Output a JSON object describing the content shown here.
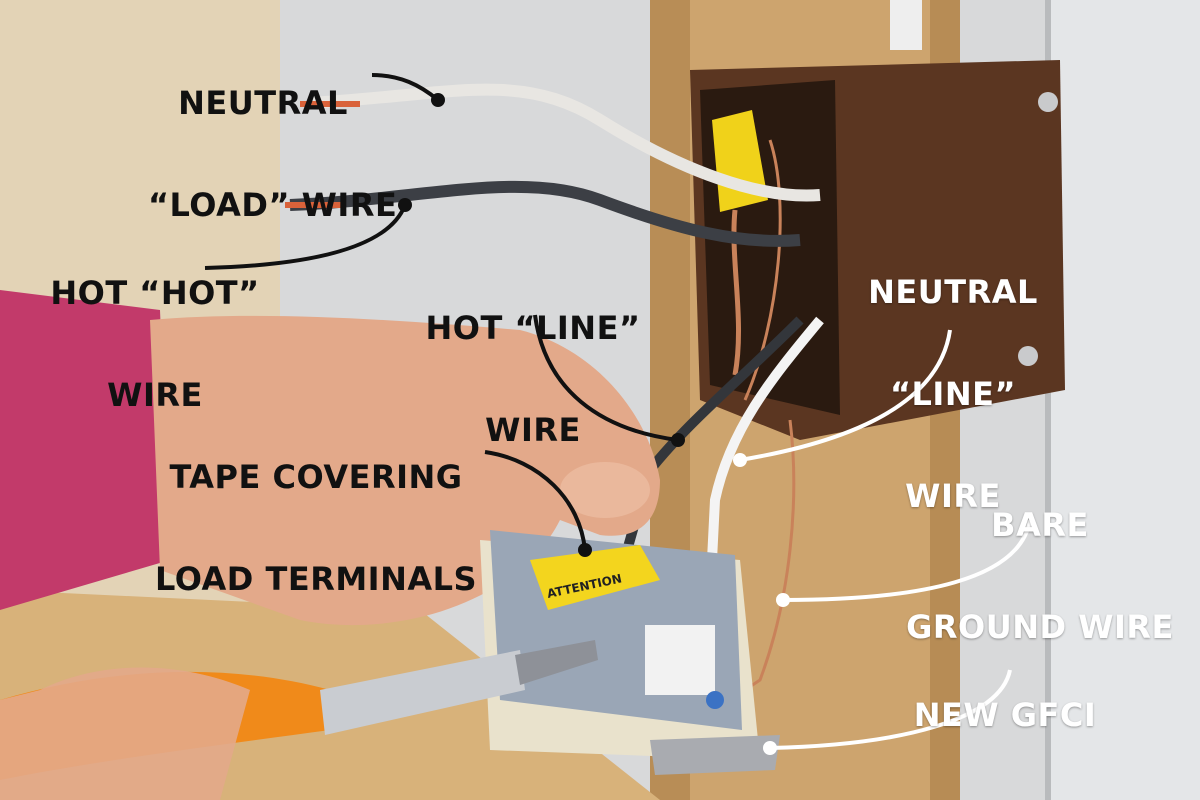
{
  "labels": {
    "neutral_load": {
      "line1": "NEUTRAL",
      "line2": "“LOAD” WIRE"
    },
    "hot_hot": {
      "line1": "HOT “HOT”",
      "line2": "WIRE"
    },
    "hot_line": {
      "line1": "HOT “LINE”",
      "line2": "WIRE"
    },
    "neutral_line": {
      "line1": "NEUTRAL",
      "line2": "“LINE”",
      "line3": "WIRE"
    },
    "tape": {
      "line1": "TAPE COVERING",
      "line2": "LOAD TERMINALS"
    },
    "bare_ground": {
      "line1": "BARE",
      "line2": "GROUND WIRE"
    },
    "new_gfci": {
      "line1": "NEW GFCI"
    }
  },
  "outlet_text": {
    "attention": "ATTENTION"
  },
  "colors": {
    "label_dark": "#111111",
    "label_light": "#ffffff",
    "leader_dark": "#111111",
    "leader_light": "#ffffff",
    "wall": "#d9dadb",
    "stud": "#caa36d",
    "electrical_box": "#5a3520",
    "wire_nut": "#f0d21a",
    "outlet": "#9aa6b6",
    "screwdriver_handle": "#f08a1a",
    "sleeve": "#c23a6a",
    "skin": "#e3a98a"
  }
}
